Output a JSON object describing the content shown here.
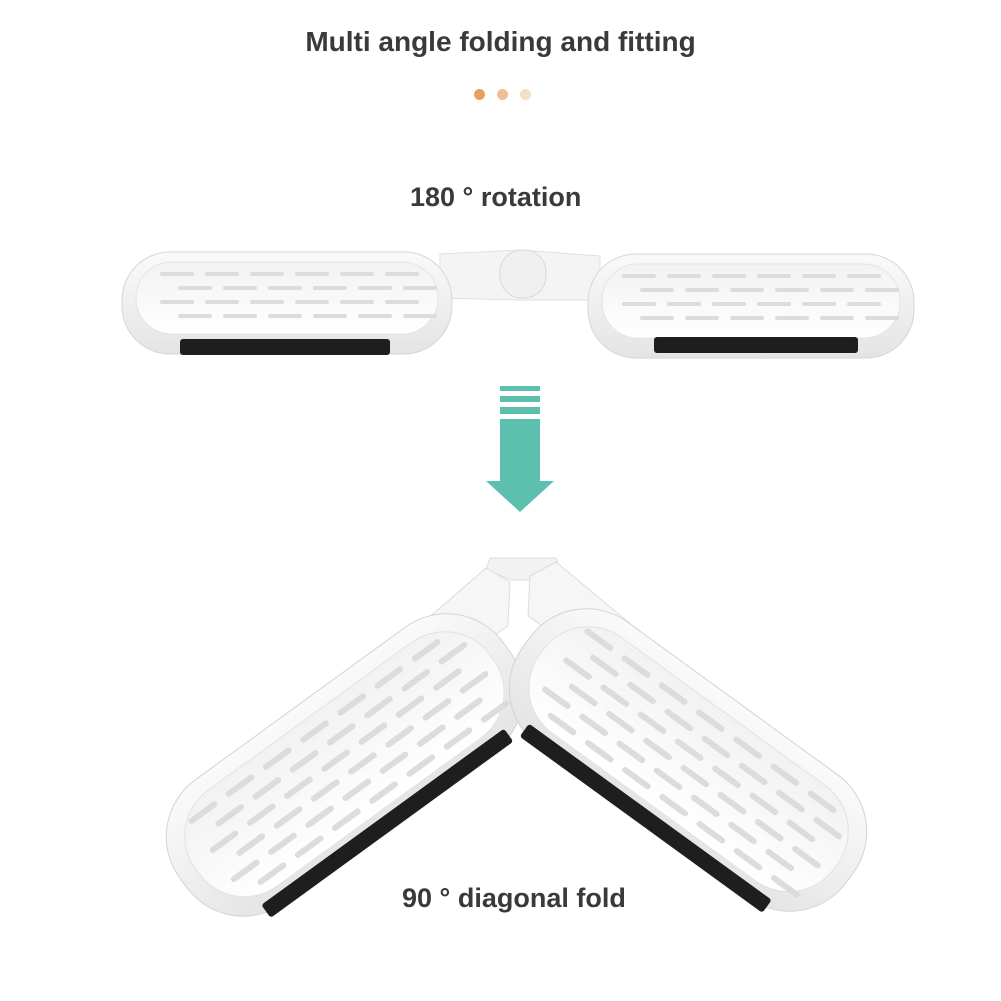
{
  "header": {
    "title": "Multi angle folding and fitting"
  },
  "indicator": {
    "dots": [
      {
        "color": "#e8a060"
      },
      {
        "color": "#efbf94"
      },
      {
        "color": "#f6dfc8"
      }
    ]
  },
  "labels": {
    "rotation": "180 ° rotation",
    "fold": "90 ° diagonal fold"
  },
  "colors": {
    "arrow": "#5dbfae",
    "shelf": "#ffffff",
    "shelf_shadow": "#e6e6e6",
    "slot": "#dcdcdc",
    "pad": "#1e1e1e"
  },
  "images": {
    "top": "shelf-flat-180-rotation",
    "bottom": "shelf-diagonal-fold-90",
    "arrow": "down-arrow-icon"
  }
}
